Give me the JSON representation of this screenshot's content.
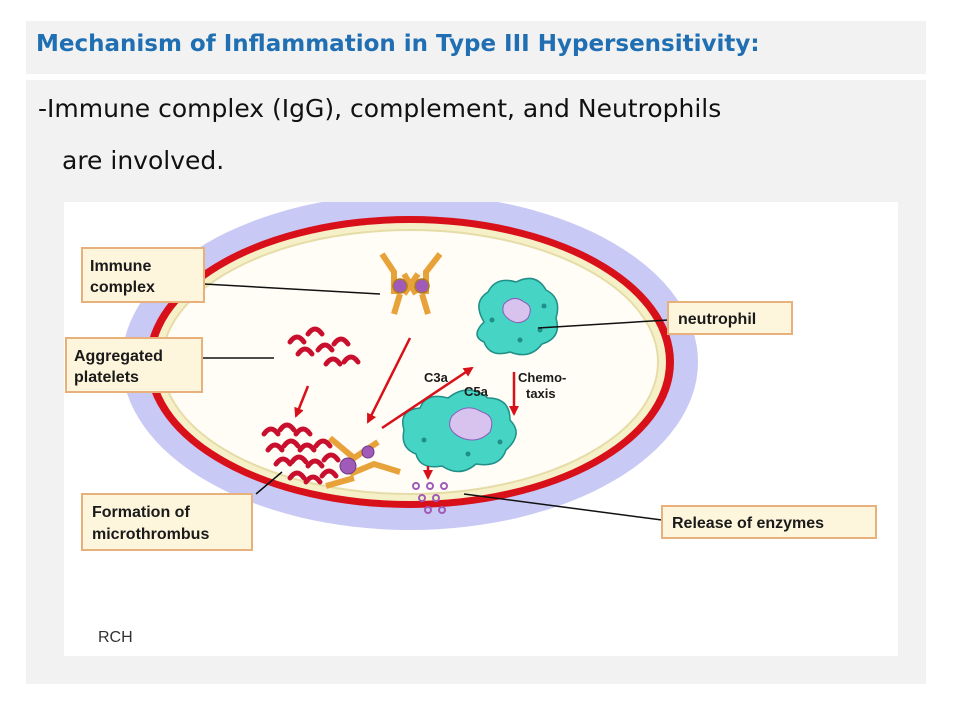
{
  "slide": {
    "title": "Mechanism of Inflammation in Type III Hypersensitivity:",
    "bullet_line1": "-Immune complex (IgG), complement, and Neutrophils",
    "bullet_line2": "are involved."
  },
  "diagram": {
    "labels": {
      "immune_complex_1": "Immune",
      "immune_complex_2": "complex",
      "aggregated_1": "Aggregated",
      "aggregated_2": "platelets",
      "microthrombus_1": "Formation of",
      "microthrombus_2": "microthrombus",
      "neutrophil": "neutrophil",
      "enzymes": "Release of enzymes",
      "c3a": "C3a",
      "c5a": "C5a",
      "chemo_1": "Chemo-",
      "chemo_2": "taxis",
      "credit": "RCH"
    },
    "colors": {
      "outer_ring": "#c9c9f5",
      "vessel_wall": "#d8101a",
      "lumen": "#fffdf5",
      "neutrophil": "#46d4c4",
      "antibody": "#e8a23a",
      "antigen": "#a05bb8",
      "platelet": "#c8102e",
      "label_fill": "#fdf5dc",
      "label_border": "#e8b07a"
    }
  }
}
